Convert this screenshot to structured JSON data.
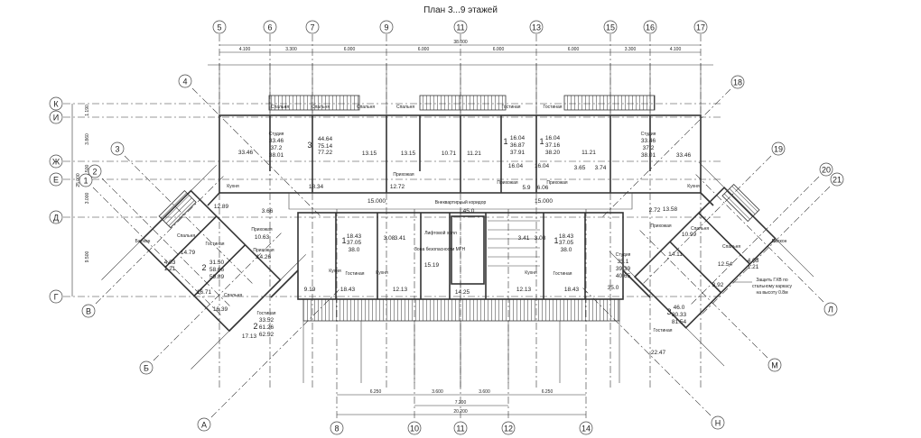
{
  "title": "План 3...9 этажей",
  "axes_top": [
    "5",
    "6",
    "7",
    "9",
    "11",
    "13",
    "15",
    "16",
    "17"
  ],
  "axes_bottom": [
    "8",
    "10",
    "11",
    "12",
    "14"
  ],
  "axes_left": [
    "К",
    "И",
    "Ж",
    "Е",
    "Д",
    "Г"
  ],
  "axes_diag_left": [
    "4",
    "3",
    "2",
    "1",
    "В",
    "Б",
    "А"
  ],
  "axes_diag_right": [
    "18",
    "19",
    "20",
    "21",
    "Л",
    "М",
    "Н"
  ],
  "dims_top_total": "38.000",
  "dims_top": [
    "4.100",
    "3.300",
    "6.000",
    "6.000",
    "6.000",
    "6.000",
    "3.300",
    "4.100"
  ],
  "dims_left_total": "25.000",
  "dims_left": [
    "1.190",
    "3.860",
    "1.500",
    "3.000",
    "9.500"
  ],
  "dims_bottom": [
    "6.250",
    "3.600",
    "3.600",
    "6.250"
  ],
  "dims_bottom_mid": "7.200",
  "dims_bottom_total": "20.200",
  "rooms": [
    "Спальня",
    "Спальня",
    "Спальня",
    "Спальня",
    "Гостиная",
    "Гостиная",
    "Студия",
    "33.46",
    "37.2",
    "38.01",
    "33.46",
    "3",
    "44.64",
    "75.14",
    "77.22",
    "13.15",
    "13.15",
    "10.71",
    "11.21",
    "1",
    "16.04",
    "36.87",
    "37.91",
    "1",
    "16.04",
    "37.16",
    "38.20",
    "11.21",
    "Студия",
    "33.46",
    "37.2",
    "38.01",
    "33.46",
    "16.04",
    "16.04",
    "3.65",
    "3.74",
    "Прихожая",
    "12.72",
    "18.34",
    "5.9",
    "6.06",
    "Прихожая",
    "Прихожая",
    "Кухня",
    "Кухня",
    "Внеквартирный коридор",
    "45.0",
    "15.000",
    "15.000",
    "12.89",
    "3.66",
    "13.58",
    "2.72",
    "Прихожая",
    "10.63",
    "Прихожая",
    "14.26",
    "1",
    "18.43",
    "37.05",
    "38.0",
    "3.08",
    "3.41",
    "Лифтовой холл",
    "Зона безопасности МГН",
    "15.19",
    "3.41",
    "3.08",
    "1",
    "18.43",
    "37.05",
    "38.0",
    "Студия",
    "35.1",
    "39.39",
    "40.65",
    "Кухня",
    "Гостиная",
    "Кухня",
    "Кухня",
    "Гостиная",
    "9.19",
    "18.43",
    "12.13",
    "14.25",
    "12.13",
    "18.43",
    "35.0",
    "Спальня",
    "14.79",
    "4.03",
    "1.21",
    "2",
    "31.50",
    "58.66",
    "59.89",
    "Гостиная",
    "16.71",
    "Спальня",
    "16.39",
    "Гостиная",
    "2",
    "33.52",
    "61.26",
    "62.52",
    "17.13",
    "Балкон",
    "Прихожая",
    "Спальня",
    "10.99",
    "Спальня",
    "14.11",
    "12.54",
    "4.03",
    "1.21",
    "3.92",
    "Балкон",
    "3",
    "46.0",
    "80.33",
    "81.54",
    "Гостиная",
    "22.47"
  ],
  "note": [
    "Защить ГХВ по",
    "стальному каркасу",
    "на высоту 0.8м"
  ]
}
